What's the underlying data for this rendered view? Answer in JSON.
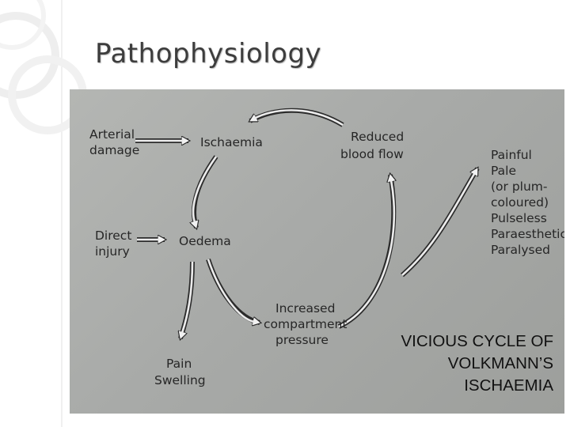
{
  "slide": {
    "title": "Pathophysiology"
  },
  "diagram": {
    "nodes": {
      "arterial_damage": [
        "Arterial",
        "damage"
      ],
      "ischaemia": "Ischaemia",
      "reduced_blood_flow": [
        "Reduced",
        "blood flow"
      ],
      "direct_injury": [
        "Direct",
        "injury"
      ],
      "oedema": "Oedema",
      "increased_pressure": [
        "Increased",
        "compartment",
        "pressure"
      ],
      "pain_swelling": [
        "Pain",
        "Swelling"
      ],
      "signs": [
        "Painful",
        "Pale",
        "(or plum-",
        "coloured)",
        "Pulseless",
        "Paraesthetic",
        "Paralysed"
      ]
    },
    "caption": [
      "VICIOUS CYCLE OF",
      "VOLKMANN’S",
      "ISCHAEMIA"
    ]
  },
  "colors": {
    "background": "#ffffff",
    "photo_tone": "#a8aaa8",
    "ink": "#262626",
    "title": "#3d3d3d"
  }
}
